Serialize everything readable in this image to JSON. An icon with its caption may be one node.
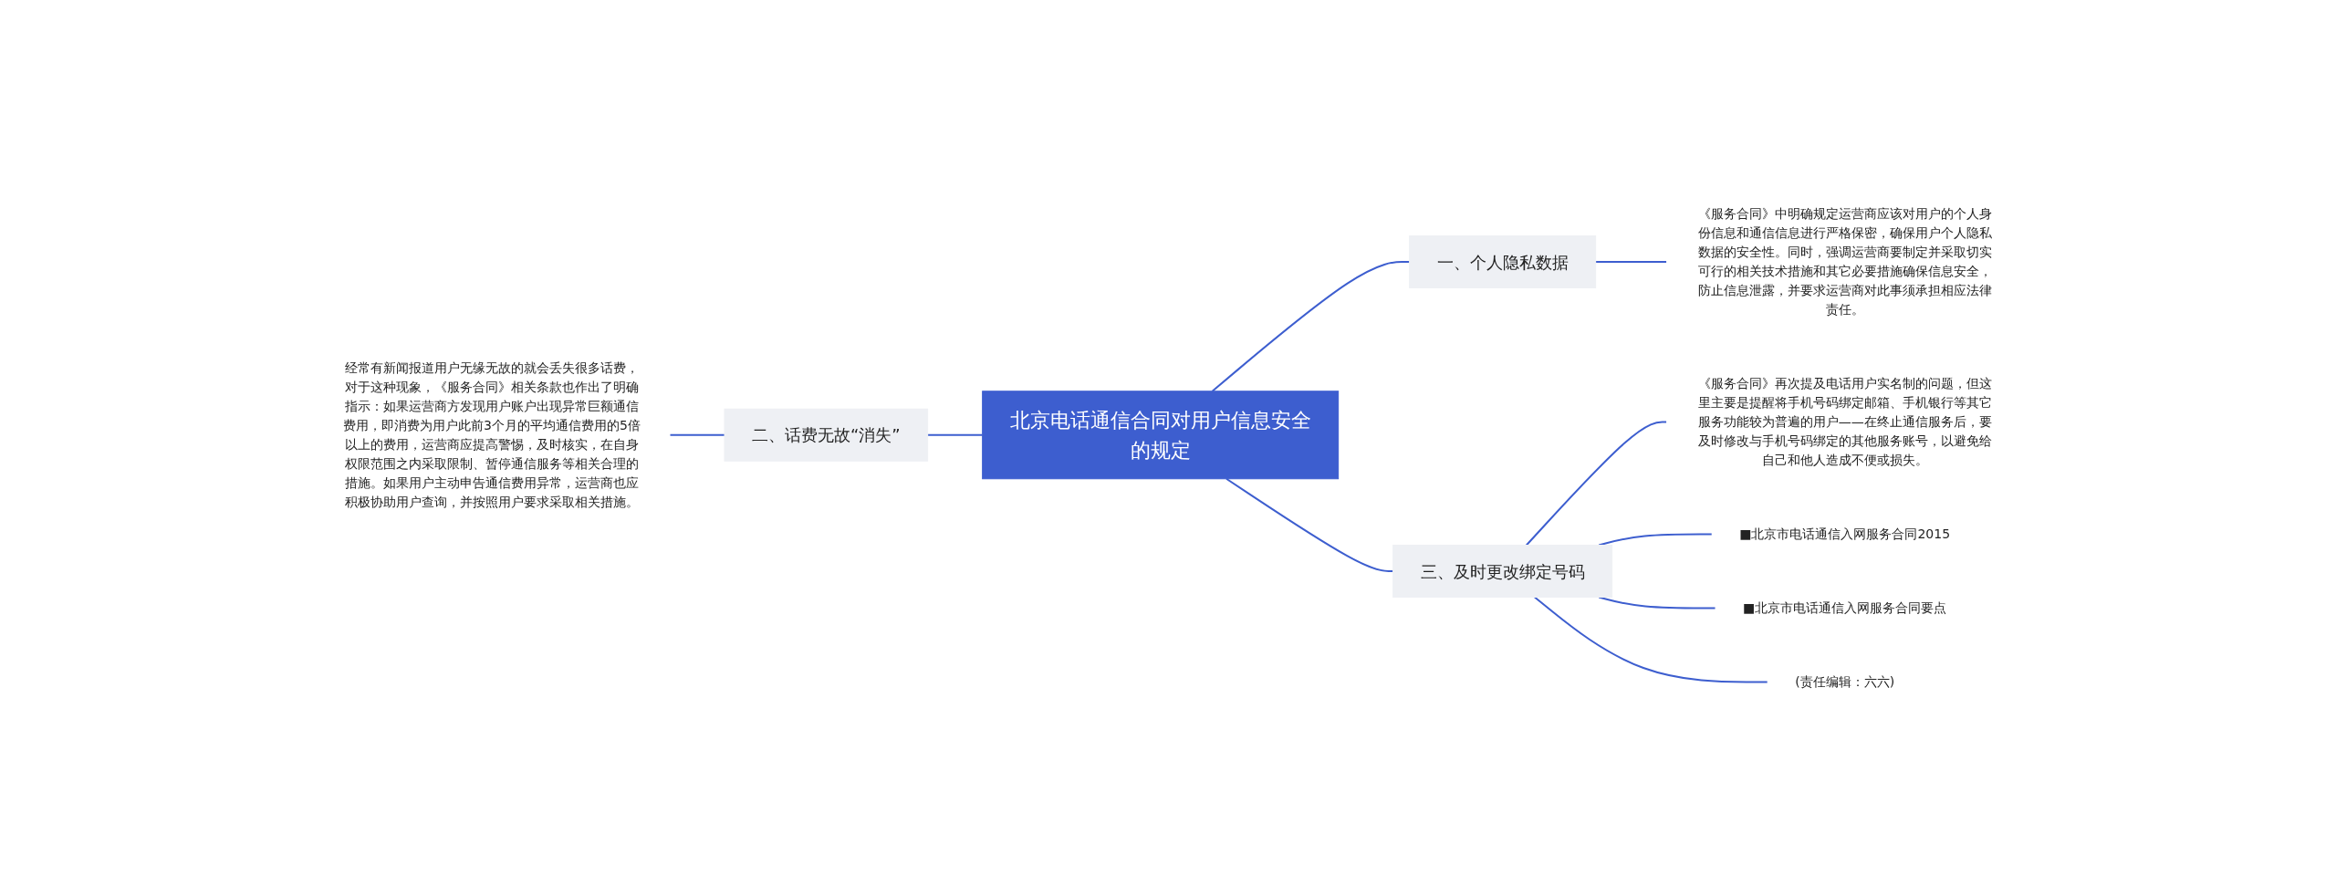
{
  "diagram": {
    "nodes": [
      {
        "text": [
          "北京电话通信合同对用户信息安全的规定"
        ]
      },
      {
        "text": [
          "一、个人隐私数据"
        ]
      },
      {
        "text": [
          "《服务合同》中明确规定运营商应该对用户的个人身份信息和通信信息进行严格保密，确保用户个人隐私数据的安全性。同时，强调运营商要制定并采取切实可行的相关技术措施和其它必要措施确保信息安全，防止信息泄露，并要求运营商对此事须承担相应法律责任。"
        ]
      },
      {
        "text": [
          "二、话费无故“消失”"
        ]
      },
      {
        "text": [
          "经常有新闻报道用户无缘无故的就会丢失很多话费，对于这种现象，《服务合同》相关条款也作出了明确指示：如果运营商方发现用户账户出现异常巨额通信费用，即消费为用户此前3个月的平均通信费用的5倍以上的费用，运营商应提高警惕，及时核实，在自身权限范围之内采取限制、暂停通信服务等相关合理的措施。如果用户主动申告通信费用异常，运营商也应积极协助用户查询，并按照用户要求采取相关措施。"
        ]
      },
      {
        "text": [
          "三、及时更改绑定号码"
        ]
      },
      {
        "text": [
          "《服务合同》再次提及电话用户实名制的问题，但这里主要是提醒将手机号码绑定邮箱、手机银行等其它服务功能较为普遍的用户——在终止通信服务后，要及时修改与手机号码绑定的其他服务账号，以避免给自己和他人造成不便或损失。"
        ]
      },
      {
        "text": [
          "■北京市电话通信入网服务合同2015"
        ]
      },
      {
        "text": [
          "■北京市电话通信入网服务合同要点"
        ]
      },
      {
        "text": [
          "(责任编辑：六六)"
        ]
      }
    ],
    "edges": [
      {
        "from": 0,
        "to": 1,
        "arrow": "none"
      },
      {
        "from": 1,
        "to": 2,
        "arrow": "none"
      },
      {
        "from": 0,
        "to": 3,
        "arrow": "none"
      },
      {
        "from": 3,
        "to": 4,
        "arrow": "none"
      },
      {
        "from": 0,
        "to": 5,
        "arrow": "none"
      },
      {
        "from": 5,
        "to": 6,
        "arrow": "none"
      },
      {
        "from": 5,
        "to": 7,
        "arrow": "none"
      },
      {
        "from": 5,
        "to": 8,
        "arrow": "none"
      },
      {
        "from": 5,
        "to": 9,
        "arrow": "none"
      }
    ]
  }
}
